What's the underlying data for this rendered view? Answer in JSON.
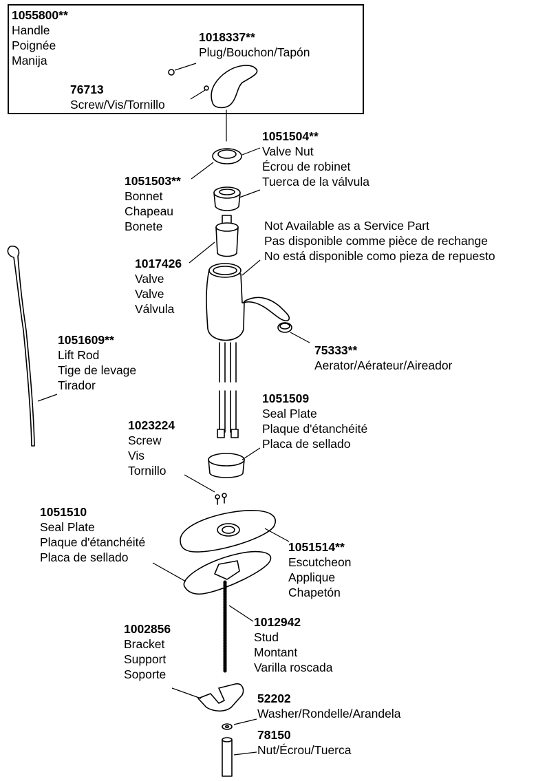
{
  "parts": {
    "handle": {
      "number": "1055800**",
      "lines": [
        "Handle",
        "Poignée",
        "Manija"
      ]
    },
    "plug": {
      "number": "1018337**",
      "lines": [
        "Plug/Bouchon/Tapón"
      ]
    },
    "screw_76713": {
      "number": "76713",
      "lines": [
        "Screw/Vis/Tornillo"
      ]
    },
    "valve_nut": {
      "number": "1051504**",
      "lines": [
        "Valve Nut",
        "Écrou de robinet",
        "Tuerca de la válvula"
      ]
    },
    "bonnet": {
      "number": "1051503**",
      "lines": [
        "Bonnet",
        "Chapeau",
        "Bonete"
      ]
    },
    "not_available": {
      "lines": [
        "Not Available as a Service Part",
        "Pas disponible comme pièce de rechange",
        "No está disponible como pieza de repuesto"
      ]
    },
    "valve": {
      "number": "1017426",
      "lines": [
        "Valve",
        "Valve",
        "Válvula"
      ]
    },
    "lift_rod": {
      "number": "1051609**",
      "lines": [
        "Lift Rod",
        "Tige de levage",
        "Tirador"
      ]
    },
    "aerator": {
      "number": "75333**",
      "lines": [
        "Aerator/Aérateur/Aireador"
      ]
    },
    "seal_plate_top": {
      "number": "1051509",
      "lines": [
        "Seal Plate",
        "Plaque d'étanchéité",
        "Placa de sellado"
      ]
    },
    "screw_1023224": {
      "number": "1023224",
      "lines": [
        "Screw",
        "Vis",
        "Tornillo"
      ]
    },
    "seal_plate_bottom": {
      "number": "1051510",
      "lines": [
        "Seal Plate",
        "Plaque d'étanchéité",
        "Placa de sellado"
      ]
    },
    "escutcheon": {
      "number": "1051514**",
      "lines": [
        "Escutcheon",
        "Applique",
        "Chapetón"
      ]
    },
    "stud": {
      "number": "1012942",
      "lines": [
        "Stud",
        "Montant",
        "Varilla roscada"
      ]
    },
    "bracket": {
      "number": "1002856",
      "lines": [
        "Bracket",
        "Support",
        "Soporte"
      ]
    },
    "washer": {
      "number": "52202",
      "lines": [
        "Washer/Rondelle/Arandela"
      ]
    },
    "nut": {
      "number": "78150",
      "lines": [
        "Nut/Écrou/Tuerca"
      ]
    }
  }
}
